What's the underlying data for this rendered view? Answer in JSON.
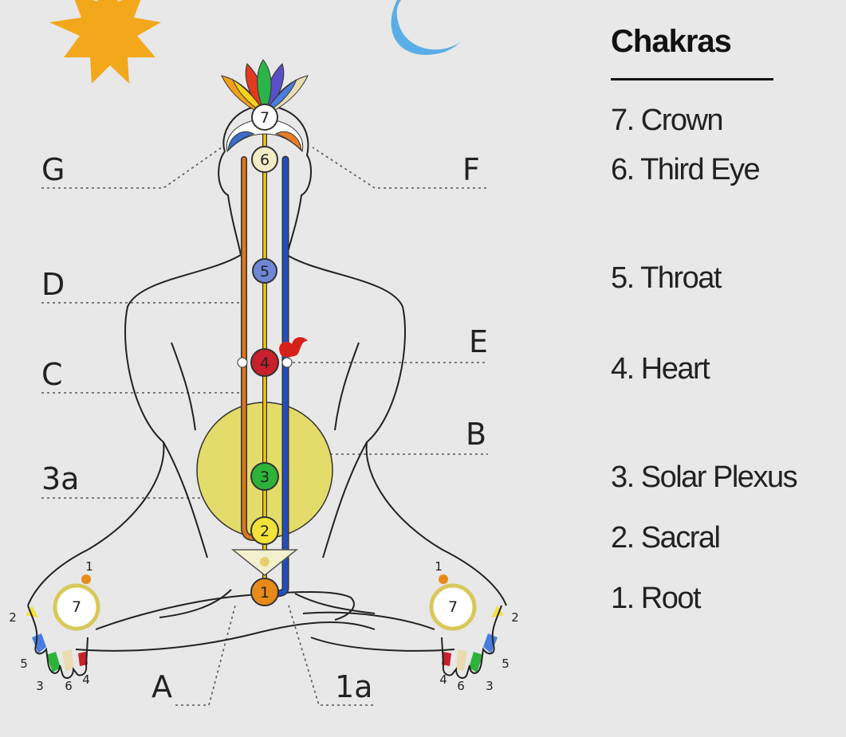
{
  "legend": {
    "title": "Chakras",
    "items": [
      {
        "id": "crown",
        "label": "7. Crown"
      },
      {
        "id": "third-eye",
        "label": "6. Third Eye"
      },
      {
        "id": "throat",
        "label": "5. Throat"
      },
      {
        "id": "heart",
        "label": "4. Heart"
      },
      {
        "id": "solar-plexus",
        "label": "3. Solar Plexus"
      },
      {
        "id": "sacral",
        "label": "2. Sacral"
      },
      {
        "id": "root",
        "label": "1. Root"
      }
    ]
  },
  "diagram": {
    "markers": {
      "G": "G",
      "F": "F",
      "D": "D",
      "E": "E",
      "C": "C",
      "B": "B",
      "3a": "3a",
      "A": "A",
      "1a": "1a"
    },
    "chakras": [
      {
        "n": "7",
        "color": "#ffffff"
      },
      {
        "n": "6",
        "color": "#f4ecc8"
      },
      {
        "n": "5",
        "color": "#6f86d6"
      },
      {
        "n": "4",
        "color": "#c8202c"
      },
      {
        "n": "3",
        "color": "#2db33a"
      },
      {
        "n": "2",
        "color": "#f2e23a"
      },
      {
        "n": "1",
        "color": "#e88a1a"
      }
    ],
    "hand_numbers": {
      "one": "1",
      "two": "2",
      "three": "3",
      "four": "4",
      "five": "5",
      "six": "6",
      "seven": "7"
    },
    "colors": {
      "sun": "#f3a81b",
      "moon": "#5aaee6",
      "ida": "#d9761f",
      "sushumna": "#f0c419",
      "pingala": "#1f4fc0",
      "solar_disc": "#e4dc6a"
    }
  }
}
